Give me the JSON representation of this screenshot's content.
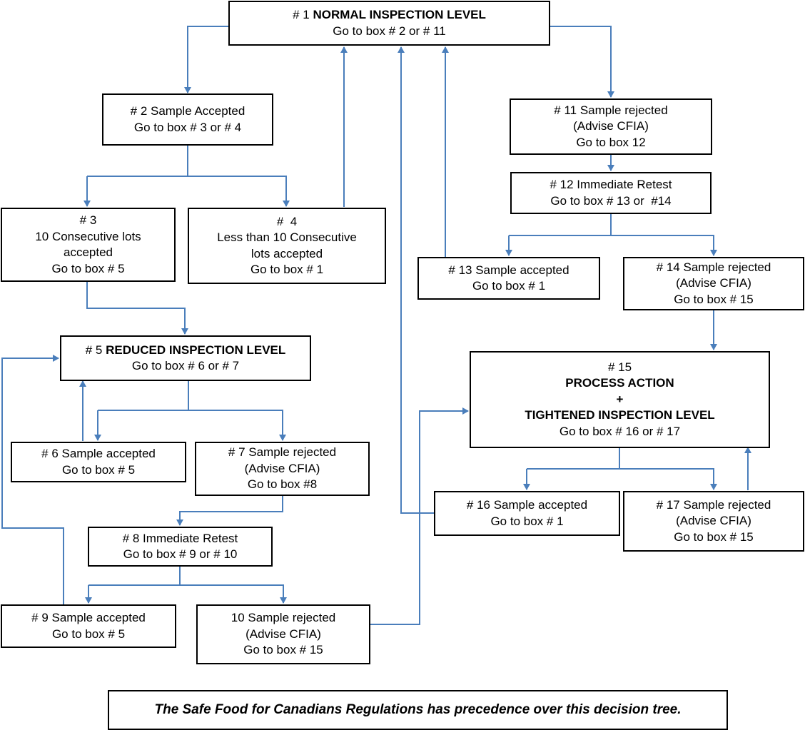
{
  "boxes": {
    "b1": {
      "number": "# 1",
      "title": "NORMAL INSPECTION LEVEL",
      "action": "Go to box # 2 or # 11"
    },
    "b2": {
      "lines": [
        "# 2 Sample Accepted",
        "Go to box # 3 or # 4"
      ]
    },
    "b3": {
      "lines": [
        "# 3",
        "10 Consecutive lots",
        "accepted",
        "Go to box # 5"
      ]
    },
    "b4": {
      "lines": [
        "#  4",
        "Less than 10 Consecutive",
        "lots accepted",
        "Go to box # 1"
      ]
    },
    "b5": {
      "number": "# 5",
      "title": "REDUCED INSPECTION LEVEL",
      "action": "Go to box # 6 or # 7"
    },
    "b6": {
      "lines": [
        "# 6 Sample accepted",
        "Go to box # 5"
      ]
    },
    "b7": {
      "lines": [
        "# 7 Sample rejected",
        "(Advise CFIA)",
        "Go to box #8"
      ]
    },
    "b8": {
      "lines": [
        "# 8 Immediate Retest",
        "Go to box # 9 or # 10"
      ]
    },
    "b9": {
      "lines": [
        "# 9 Sample accepted",
        "Go to box # 5"
      ]
    },
    "b10": {
      "lines": [
        "10 Sample rejected",
        "(Advise CFIA)",
        "Go to box # 15"
      ]
    },
    "b11": {
      "lines": [
        "# 11 Sample rejected",
        "(Advise CFIA)",
        "Go to box 12"
      ]
    },
    "b12": {
      "lines": [
        "# 12 Immediate Retest",
        "Go to box # 13 or  #14"
      ]
    },
    "b13": {
      "lines": [
        "# 13 Sample accepted",
        "Go to box # 1"
      ]
    },
    "b14": {
      "lines": [
        "# 14 Sample rejected",
        "(Advise CFIA)",
        "Go to box # 15"
      ]
    },
    "b15": {
      "number": "# 15",
      "title": "PROCESS ACTION",
      "plus": "+",
      "subtitle": "TIGHTENED INSPECTION LEVEL",
      "action": "Go to box # 16 or # 17"
    },
    "b16": {
      "lines": [
        "# 16 Sample accepted",
        "Go to box # 1"
      ]
    },
    "b17": {
      "lines": [
        "# 17 Sample rejected",
        "(Advise CFIA)",
        "Go to box # 15"
      ]
    }
  },
  "footer_note": "The Safe Food for Canadians Regulations has precedence over this decision tree.",
  "colors": {
    "connector": "#4a7ebb",
    "border": "#000000"
  }
}
